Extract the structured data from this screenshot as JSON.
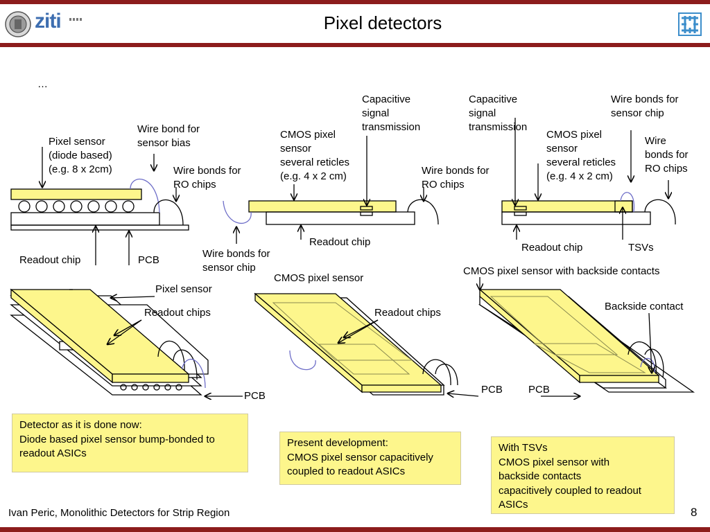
{
  "header": {
    "title": "Pixel detectors",
    "logo_text": "ziti",
    "accent_color": "#8c1c1c"
  },
  "slide": {
    "ellipsis": "…",
    "footer": "Ivan Peric, Monolithic Detectors for Strip Region",
    "page_number": "8"
  },
  "diagram1": {
    "pixel_sensor": [
      "Pixel sensor",
      "(diode based)",
      "(e.g. 8 x 2cm)"
    ],
    "wire_bond_bias": [
      "Wire bond for",
      "sensor bias"
    ],
    "wire_bonds_ro": [
      "Wire bonds for",
      "RO chips"
    ],
    "readout_chip": "Readout chip",
    "pcb": "PCB",
    "pixel_sensor_3d": "Pixel sensor",
    "readout_chips": "Readout chips",
    "pcb_3d": "PCB",
    "caption": [
      "Detector as it is done now:",
      "Diode based pixel sensor bump-bonded to",
      "readout ASICs"
    ]
  },
  "diagram2": {
    "cap_signal": [
      "Capacitive",
      "signal",
      "transmission"
    ],
    "cmos": [
      "CMOS pixel",
      "sensor",
      "several reticles",
      "(e.g. 4 x 2 cm)"
    ],
    "wire_bonds_ro": [
      "Wire bonds for",
      "RO chips"
    ],
    "wire_bonds_sensor": [
      "Wire bonds for",
      "sensor chip"
    ],
    "readout_chip": "Readout chip",
    "cmos_3d": "CMOS pixel sensor",
    "readout_chips": "Readout chips",
    "pcb_3d": "PCB",
    "caption": [
      "Present development:",
      "CMOS pixel sensor capacitively",
      "coupled to readout ASICs"
    ]
  },
  "diagram3": {
    "cap_signal": [
      "Capacitive",
      "signal",
      "transmission"
    ],
    "wire_bonds_sensor": [
      "Wire bonds for",
      "sensor chip"
    ],
    "cmos": [
      "CMOS pixel",
      "sensor",
      "several reticles",
      "(e.g. 4 x 2 cm)"
    ],
    "wire_bonds_ro": [
      "Wire",
      "bonds for",
      "RO chips"
    ],
    "readout_chip": "Readout chip",
    "tsvs": "TSVs",
    "cmos_3d": "CMOS pixel sensor with backside contacts",
    "backside": "Backside contact",
    "pcb_3d": "PCB",
    "caption": [
      "With TSVs",
      "CMOS pixel sensor with",
      "backside contacts",
      "capacitively coupled to readout",
      "ASICs"
    ]
  }
}
